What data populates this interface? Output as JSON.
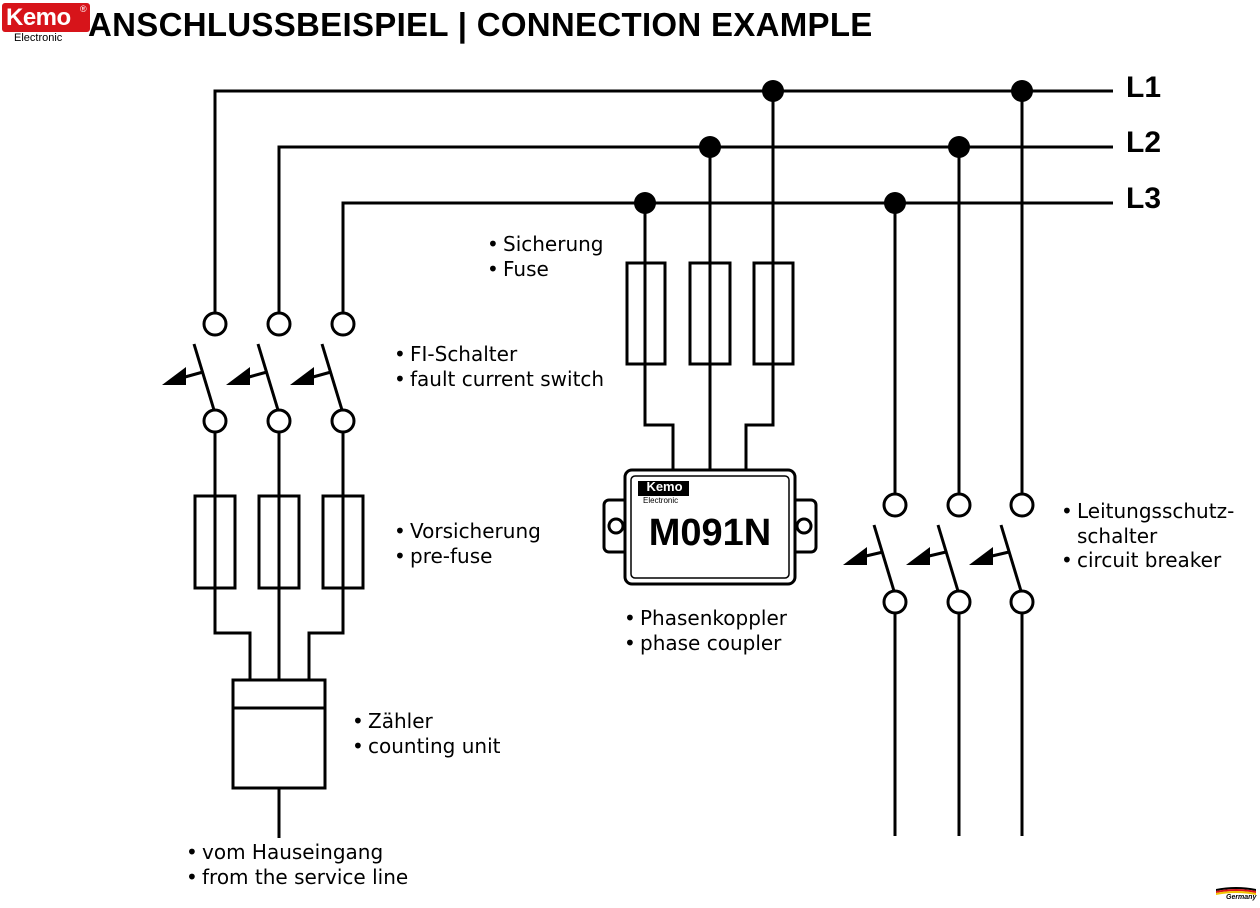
{
  "header": {
    "title": "ANSCHLUSSBEISPIEL | CONNECTION EXAMPLE",
    "logo": {
      "text": "Kemo",
      "reg": "®",
      "sub": "Electronic",
      "color": "#d7141a"
    }
  },
  "phases": {
    "l1": "L1",
    "l2": "L2",
    "l3": "L3"
  },
  "labels": {
    "fuse": {
      "de": "Sicherung",
      "en": "Fuse"
    },
    "fi_switch": {
      "de": "FI-Schalter",
      "en": "fault current switch"
    },
    "prefuse": {
      "de": "Vorsicherung",
      "en": "pre-fuse"
    },
    "counter": {
      "de": "Zähler",
      "en": "counting unit"
    },
    "service": {
      "de": "vom Hauseingang",
      "en": "from the service line"
    },
    "coupler": {
      "de": "Phasenkoppler",
      "en": "phase coupler"
    },
    "breaker": {
      "de1": "Leitungsschutz-",
      "de2": "schalter",
      "en": "circuit breaker"
    }
  },
  "device": {
    "model": "M091N",
    "brand": "Kemo",
    "brand_sub": "Electronic"
  },
  "footer": {
    "badge": "Germany"
  },
  "bullet": "•"
}
